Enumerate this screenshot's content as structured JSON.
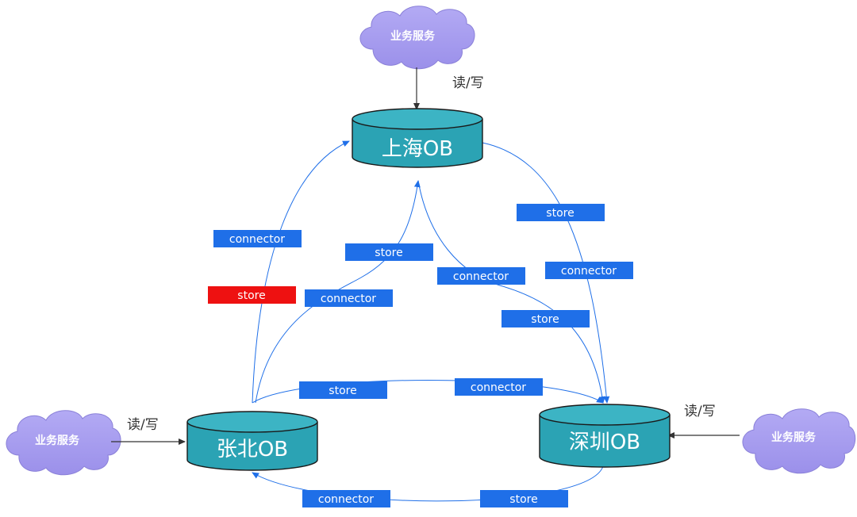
{
  "clouds": {
    "top": "业务服务",
    "left": "业务服务",
    "right": "业务服务"
  },
  "databases": {
    "shanghai": "上海OB",
    "zhangbei": "张北OB",
    "shenzhen": "深圳OB"
  },
  "read_write": {
    "top": "读/写",
    "left": "读/写",
    "right": "读/写"
  },
  "labels": {
    "store_sh_sz": "store",
    "connector_sh_sz": "connector",
    "connector_zb_sh": "connector",
    "store_zb_sh_highlight": "store",
    "store_zb_sh": "store",
    "connector_zb_sh_inner": "connector",
    "connector_sh_sz_inner": "connector",
    "store_sh_sz_inner": "store",
    "store_zb_sz": "store",
    "connector_zb_sz": "connector",
    "connector_sz_zb": "connector",
    "store_sz_zb": "store"
  },
  "colors": {
    "cylinder_body": "#2ba3b4",
    "cloud_fill": "#a59bf0",
    "arrow_blue": "#1f6fe8",
    "label_blue": "#1f6fe8",
    "label_red": "#ee1111"
  }
}
